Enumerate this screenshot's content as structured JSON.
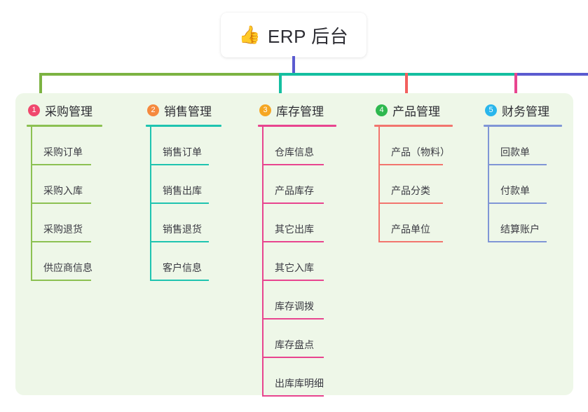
{
  "title": {
    "icon": "thumbs-up-icon",
    "icon_glyph": "👍",
    "text": "ERP 后台"
  },
  "theme": {
    "page_background": "#ffffff",
    "panel_background": "#eef7e8",
    "card_background": "#ffffff",
    "text_color": "#2d2d33",
    "stem_color": "#5b5bd0"
  },
  "connectors": {
    "stem_color": "#5b5bd0",
    "bar_segments": [
      {
        "color": "#7cb342"
      },
      {
        "color": "#15bfa0"
      },
      {
        "color": "#5b5bd0"
      }
    ],
    "drop_colors": [
      "#7cb342",
      "#15bfa0",
      "#e8458f",
      "#f2605e",
      "#5b5bd0"
    ]
  },
  "columns": [
    {
      "number": "1",
      "badge_color": "#f0486d",
      "accent": "#8cc152",
      "title": "采购管理",
      "head_rule_width": 108,
      "item_rule_width": 86,
      "items": [
        {
          "label": "采购订单"
        },
        {
          "label": "采购入库"
        },
        {
          "label": "采购退货"
        },
        {
          "label": "供应商信息"
        }
      ]
    },
    {
      "number": "2",
      "badge_color": "#f5893e",
      "accent": "#1fc4b0",
      "title": "销售管理",
      "head_rule_width": 108,
      "item_rule_width": 84,
      "items": [
        {
          "label": "销售订单"
        },
        {
          "label": "销售出库"
        },
        {
          "label": "销售退货"
        },
        {
          "label": "客户信息"
        }
      ]
    },
    {
      "number": "3",
      "badge_color": "#f5a623",
      "accent": "#e8458f",
      "title": "库存管理",
      "head_rule_width": 112,
      "item_rule_width": 88,
      "items": [
        {
          "label": "仓库信息"
        },
        {
          "label": "产品库存"
        },
        {
          "label": "其它出库"
        },
        {
          "label": "其它入库"
        },
        {
          "label": "库存调拨"
        },
        {
          "label": "库存盘点"
        },
        {
          "label": "出库库明细"
        }
      ]
    },
    {
      "number": "4",
      "badge_color": "#2eb84f",
      "accent": "#f2756e",
      "title": "产品管理",
      "head_rule_width": 112,
      "item_rule_width": 92,
      "items": [
        {
          "label": "产品（物料）"
        },
        {
          "label": "产品分类"
        },
        {
          "label": "产品单位"
        }
      ]
    },
    {
      "number": "5",
      "badge_color": "#29b6ec",
      "accent": "#8096d6",
      "title": "财务管理",
      "head_rule_width": 112,
      "item_rule_width": 84,
      "items": [
        {
          "label": "回款单"
        },
        {
          "label": "付款单"
        },
        {
          "label": "结算账户"
        }
      ]
    }
  ]
}
